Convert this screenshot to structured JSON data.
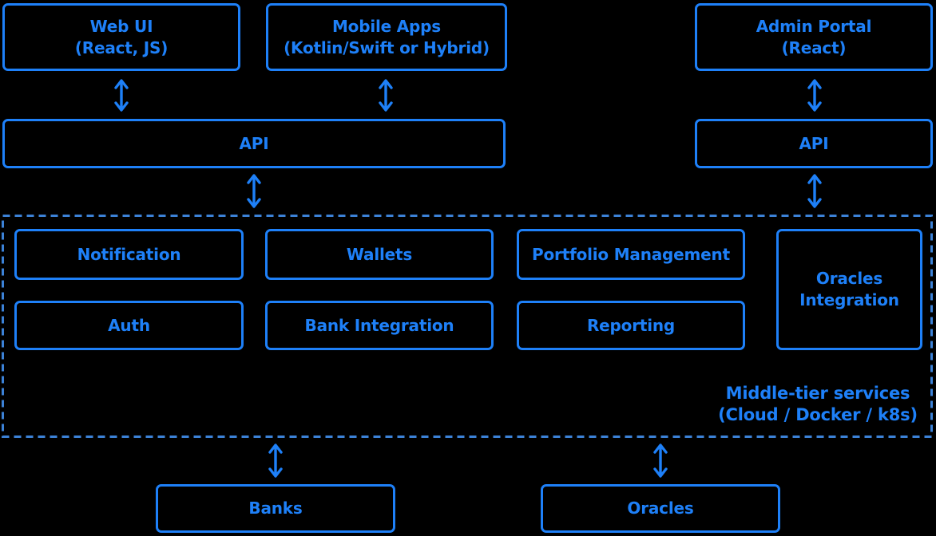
{
  "colors": {
    "background": "#000000",
    "accent": "#1E80F8",
    "dashed_border": "#3C82D7"
  },
  "nodes": {
    "web_ui": {
      "label": "Web UI\n(React, JS)"
    },
    "mobile_apps": {
      "label": "Mobile Apps\n(Kotlin/Swift or Hybrid)"
    },
    "admin_portal": {
      "label": "Admin Portal\n(React)"
    },
    "api_frontend": {
      "label": "API"
    },
    "api_admin": {
      "label": "API"
    },
    "notification": {
      "label": "Notification"
    },
    "wallets": {
      "label": "Wallets"
    },
    "portfolio_management": {
      "label": "Portfolio Management"
    },
    "oracles_integration": {
      "label": "Oracles\nIntegration"
    },
    "auth": {
      "label": "Auth"
    },
    "bank_integration": {
      "label": "Bank Integration"
    },
    "reporting": {
      "label": "Reporting"
    },
    "banks": {
      "label": "Banks"
    },
    "oracles": {
      "label": "Oracles"
    }
  },
  "container": {
    "label": "Middle-tier services\n(Cloud / Docker / k8s)"
  }
}
